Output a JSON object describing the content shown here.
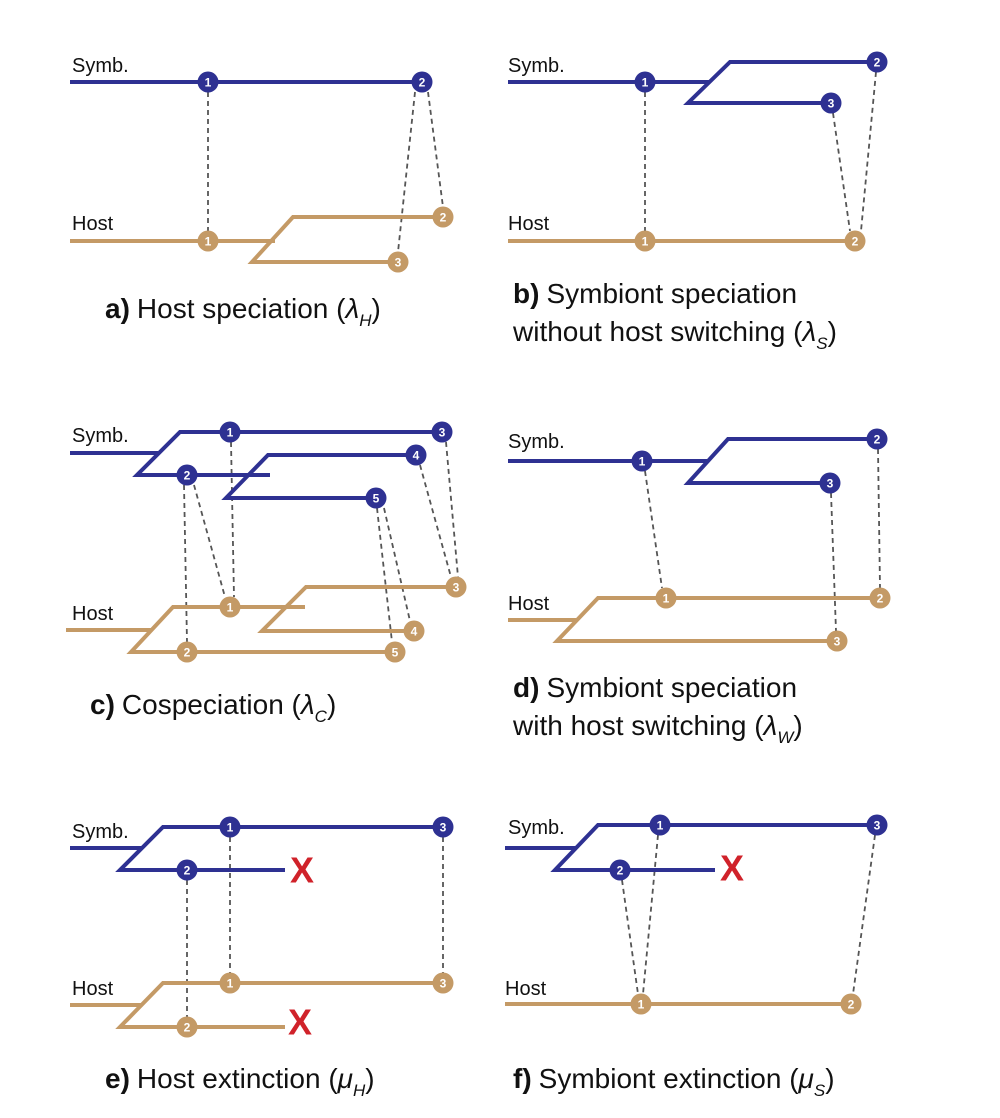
{
  "colors": {
    "symbiont": "#2e3192",
    "host": "#c49a66",
    "association": "#555555",
    "extinction": "#d0222a"
  },
  "labels": {
    "symb": "Symb.",
    "host": "Host",
    "extinct": "X"
  },
  "panels": [
    {
      "id": "a",
      "letter": "a)",
      "lines": [
        "Host speciation ("
      ],
      "sym": "λ",
      "sub": "H",
      "close": ")",
      "symb_nodes": [
        "1",
        "2"
      ],
      "host_nodes": [
        "1",
        "2",
        "3"
      ]
    },
    {
      "id": "b",
      "letter": "b)",
      "lines": [
        "Symbiont speciation",
        "without host switching ("
      ],
      "sym": "λ",
      "sub": "S",
      "close": ")",
      "symb_nodes": [
        "1",
        "2",
        "3"
      ],
      "host_nodes": [
        "1",
        "2"
      ]
    },
    {
      "id": "c",
      "letter": "c)",
      "lines": [
        "Cospeciation ("
      ],
      "sym": "λ",
      "sub": "C",
      "close": ")",
      "symb_nodes": [
        "1",
        "2",
        "3",
        "4",
        "5"
      ],
      "host_nodes": [
        "1",
        "2",
        "3",
        "4",
        "5"
      ]
    },
    {
      "id": "d",
      "letter": "d)",
      "lines": [
        "Symbiont speciation",
        "with host switching ("
      ],
      "sym": "λ",
      "sub": "W",
      "close": ")",
      "symb_nodes": [
        "1",
        "2",
        "3"
      ],
      "host_nodes": [
        "1",
        "2",
        "3"
      ]
    },
    {
      "id": "e",
      "letter": "e)",
      "lines": [
        "Host extinction ("
      ],
      "sym": "μ",
      "sub": "H",
      "close": ")",
      "symb_nodes": [
        "1",
        "2",
        "3"
      ],
      "host_nodes": [
        "1",
        "2",
        "3"
      ]
    },
    {
      "id": "f",
      "letter": "f)",
      "lines": [
        "Symbiont extinction ("
      ],
      "sym": "μ",
      "sub": "S",
      "close": ")",
      "symb_nodes": [
        "1",
        "2",
        "3"
      ],
      "host_nodes": [
        "1",
        "2"
      ]
    }
  ]
}
